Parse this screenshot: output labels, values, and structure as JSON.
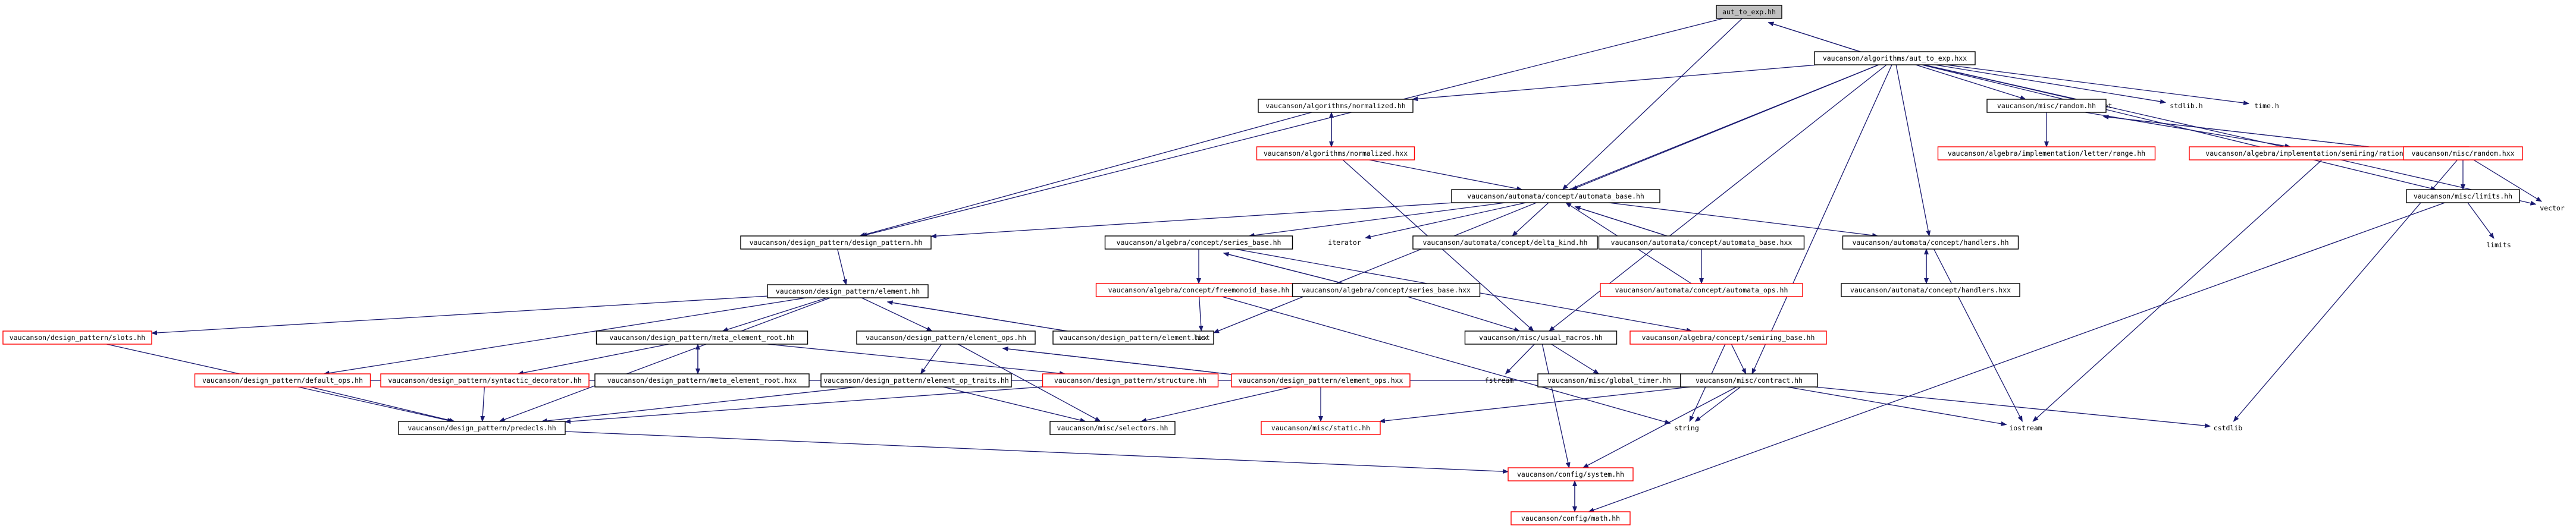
{
  "colors": {
    "edge": "#191970",
    "node_border": "#000000",
    "missing_border": "#ff0000",
    "root_fill": "#bfbfbf",
    "fill": "#ffffff"
  },
  "nodes": [
    {
      "id": "aut_to_exp_hh",
      "label": "aut_to_exp.hh",
      "style": "root"
    },
    {
      "id": "aut_to_exp_hxx",
      "label": "vaucanson/algorithms/aut_to_exp.hxx",
      "style": "black"
    },
    {
      "id": "normalized_hh",
      "label": "vaucanson/algorithms/normalized.hh",
      "style": "black"
    },
    {
      "id": "set",
      "label": "set",
      "style": "plain"
    },
    {
      "id": "stdlib_h",
      "label": "stdlib.h",
      "style": "plain"
    },
    {
      "id": "time_h",
      "label": "time.h",
      "style": "plain"
    },
    {
      "id": "random_hh",
      "label": "vaucanson/misc/random.hh",
      "style": "black"
    },
    {
      "id": "normalized_hxx",
      "label": "vaucanson/algorithms/normalized.hxx",
      "style": "red"
    },
    {
      "id": "letter_range",
      "label": "vaucanson/algebra/implementation/letter/range.hh",
      "style": "red"
    },
    {
      "id": "rational_number",
      "label": "vaucanson/algebra/implementation/semiring/rational_number.hh",
      "style": "red"
    },
    {
      "id": "random_hxx",
      "label": "vaucanson/misc/random.hxx",
      "style": "red"
    },
    {
      "id": "automata_base_hh",
      "label": "vaucanson/automata/concept/automata_base.hh",
      "style": "black"
    },
    {
      "id": "limits_hh",
      "label": "vaucanson/misc/limits.hh",
      "style": "black"
    },
    {
      "id": "vector",
      "label": "vector",
      "style": "plain"
    },
    {
      "id": "limits",
      "label": "limits",
      "style": "plain"
    },
    {
      "id": "design_pattern_hh",
      "label": "vaucanson/design_pattern/design_pattern.hh",
      "style": "black"
    },
    {
      "id": "series_base_hh",
      "label": "vaucanson/algebra/concept/series_base.hh",
      "style": "black"
    },
    {
      "id": "iterator",
      "label": "iterator",
      "style": "plain"
    },
    {
      "id": "delta_kind",
      "label": "vaucanson/automata/concept/delta_kind.hh",
      "style": "black"
    },
    {
      "id": "automata_base_hxx",
      "label": "vaucanson/automata/concept/automata_base.hxx",
      "style": "black"
    },
    {
      "id": "handlers_hh",
      "label": "vaucanson/automata/concept/handlers.hh",
      "style": "black"
    },
    {
      "id": "element_hh",
      "label": "vaucanson/design_pattern/element.hh",
      "style": "black"
    },
    {
      "id": "freemonoid_base",
      "label": "vaucanson/algebra/concept/freemonoid_base.hh",
      "style": "red"
    },
    {
      "id": "series_base_hxx",
      "label": "vaucanson/algebra/concept/series_base.hxx",
      "style": "black"
    },
    {
      "id": "automata_ops",
      "label": "vaucanson/automata/concept/automata_ops.hh",
      "style": "red"
    },
    {
      "id": "handlers_hxx",
      "label": "vaucanson/automata/concept/handlers.hxx",
      "style": "black"
    },
    {
      "id": "slots_hh",
      "label": "vaucanson/design_pattern/slots.hh",
      "style": "red"
    },
    {
      "id": "meta_element_hh",
      "label": "vaucanson/design_pattern/meta_element_root.hh",
      "style": "black"
    },
    {
      "id": "element_ops_hh",
      "label": "vaucanson/design_pattern/element_ops.hh",
      "style": "black"
    },
    {
      "id": "element_hxx",
      "label": "vaucanson/design_pattern/element.hxx",
      "style": "black"
    },
    {
      "id": "list",
      "label": "list",
      "style": "plain"
    },
    {
      "id": "usual_macros",
      "label": "vaucanson/misc/usual_macros.hh",
      "style": "black"
    },
    {
      "id": "semiring_base",
      "label": "vaucanson/algebra/concept/semiring_base.hh",
      "style": "red"
    },
    {
      "id": "default_ops",
      "label": "vaucanson/design_pattern/default_ops.hh",
      "style": "red"
    },
    {
      "id": "syntactic_decorator",
      "label": "vaucanson/design_pattern/syntactic_decorator.hh",
      "style": "red"
    },
    {
      "id": "meta_element_hxx",
      "label": "vaucanson/design_pattern/meta_element_root.hxx",
      "style": "black"
    },
    {
      "id": "element_op_traits",
      "label": "vaucanson/design_pattern/element_op_traits.hh",
      "style": "black"
    },
    {
      "id": "structure_hh",
      "label": "vaucanson/design_pattern/structure.hh",
      "style": "red"
    },
    {
      "id": "element_ops_hxx",
      "label": "vaucanson/design_pattern/element_ops.hxx",
      "style": "red"
    },
    {
      "id": "fstream",
      "label": "fstream",
      "style": "plain"
    },
    {
      "id": "global_timer",
      "label": "vaucanson/misc/global_timer.hh",
      "style": "black"
    },
    {
      "id": "contract_hh",
      "label": "vaucanson/misc/contract.hh",
      "style": "black"
    },
    {
      "id": "predecls",
      "label": "vaucanson/design_pattern/predecls.hh",
      "style": "black"
    },
    {
      "id": "selectors",
      "label": "vaucanson/misc/selectors.hh",
      "style": "black"
    },
    {
      "id": "static_hh",
      "label": "vaucanson/misc/static.hh",
      "style": "red"
    },
    {
      "id": "string",
      "label": "string",
      "style": "plain"
    },
    {
      "id": "iostream",
      "label": "iostream",
      "style": "plain"
    },
    {
      "id": "cstdlib",
      "label": "cstdlib",
      "style": "plain"
    },
    {
      "id": "system_hh",
      "label": "vaucanson/config/system.hh",
      "style": "red"
    },
    {
      "id": "math_hh",
      "label": "vaucanson/config/math.hh",
      "style": "red"
    }
  ],
  "edges": [
    [
      "aut_to_exp_hh",
      "aut_to_exp_hxx"
    ],
    [
      "aut_to_exp_hh",
      "automata_base_hh"
    ],
    [
      "aut_to_exp_hh",
      "design_pattern_hh"
    ],
    [
      "aut_to_exp_hxx",
      "aut_to_exp_hh"
    ],
    [
      "aut_to_exp_hxx",
      "normalized_hh"
    ],
    [
      "aut_to_exp_hxx",
      "set"
    ],
    [
      "aut_to_exp_hxx",
      "stdlib_h"
    ],
    [
      "aut_to_exp_hxx",
      "time_h"
    ],
    [
      "aut_to_exp_hxx",
      "random_hh"
    ],
    [
      "aut_to_exp_hxx",
      "automata_base_hh"
    ],
    [
      "aut_to_exp_hxx",
      "handlers_hh"
    ],
    [
      "aut_to_exp_hxx",
      "list"
    ],
    [
      "aut_to_exp_hxx",
      "usual_macros"
    ],
    [
      "aut_to_exp_hxx",
      "contract_hh"
    ],
    [
      "aut_to_exp_hxx",
      "vector"
    ],
    [
      "aut_to_exp_hxx",
      "limits_hh"
    ],
    [
      "normalized_hh",
      "normalized_hxx"
    ],
    [
      "normalized_hh",
      "design_pattern_hh"
    ],
    [
      "normalized_hxx",
      "normalized_hh"
    ],
    [
      "normalized_hxx",
      "automata_base_hh"
    ],
    [
      "normalized_hxx",
      "usual_macros"
    ],
    [
      "random_hh",
      "letter_range"
    ],
    [
      "random_hh",
      "rational_number"
    ],
    [
      "random_hh",
      "random_hxx"
    ],
    [
      "random_hxx",
      "random_hh"
    ],
    [
      "random_hxx",
      "limits_hh"
    ],
    [
      "random_hxx",
      "vector"
    ],
    [
      "random_hxx",
      "cstdlib"
    ],
    [
      "rational_number",
      "iostream"
    ],
    [
      "limits_hh",
      "limits"
    ],
    [
      "limits_hh",
      "math_hh"
    ],
    [
      "automata_base_hh",
      "design_pattern_hh"
    ],
    [
      "automata_base_hh",
      "series_base_hh"
    ],
    [
      "automata_base_hh",
      "iterator"
    ],
    [
      "automata_base_hh",
      "delta_kind"
    ],
    [
      "automata_base_hh",
      "automata_base_hxx"
    ],
    [
      "automata_base_hh",
      "handlers_hh"
    ],
    [
      "automata_base_hxx",
      "automata_base_hh"
    ],
    [
      "automata_base_hxx",
      "automata_ops"
    ],
    [
      "automata_ops",
      "automata_base_hh"
    ],
    [
      "handlers_hh",
      "handlers_hxx"
    ],
    [
      "handlers_hh",
      "iostream"
    ],
    [
      "handlers_hxx",
      "handlers_hh"
    ],
    [
      "design_pattern_hh",
      "element_hh"
    ],
    [
      "series_base_hh",
      "freemonoid_base"
    ],
    [
      "series_base_hh",
      "series_base_hxx"
    ],
    [
      "series_base_hh",
      "semiring_base"
    ],
    [
      "series_base_hxx",
      "series_base_hh"
    ],
    [
      "series_base_hxx",
      "usual_macros"
    ],
    [
      "freemonoid_base",
      "list"
    ],
    [
      "freemonoid_base",
      "string"
    ],
    [
      "semiring_base",
      "contract_hh"
    ],
    [
      "semiring_base",
      "string"
    ],
    [
      "element_hh",
      "slots_hh"
    ],
    [
      "element_hh",
      "meta_element_hh"
    ],
    [
      "element_hh",
      "element_ops_hh"
    ],
    [
      "element_hh",
      "element_hxx"
    ],
    [
      "element_hh",
      "default_ops"
    ],
    [
      "element_hh",
      "predecls"
    ],
    [
      "element_hxx",
      "element_hh"
    ],
    [
      "slots_hh",
      "predecls"
    ],
    [
      "meta_element_hh",
      "meta_element_hxx"
    ],
    [
      "meta_element_hh",
      "syntactic_decorator"
    ],
    [
      "meta_element_hh",
      "structure_hh"
    ],
    [
      "meta_element_hxx",
      "meta_element_hh"
    ],
    [
      "element_ops_hh",
      "element_op_traits"
    ],
    [
      "element_ops_hh",
      "element_ops_hxx"
    ],
    [
      "element_ops_hh",
      "selectors"
    ],
    [
      "element_ops_hxx",
      "element_ops_hh"
    ],
    [
      "element_ops_hxx",
      "selectors"
    ],
    [
      "element_ops_hxx",
      "static_hh"
    ],
    [
      "element_op_traits",
      "predecls"
    ],
    [
      "element_op_traits",
      "selectors"
    ],
    [
      "default_ops",
      "predecls"
    ],
    [
      "default_ops",
      "contract_hh"
    ],
    [
      "syntactic_decorator",
      "predecls"
    ],
    [
      "structure_hh",
      "predecls"
    ],
    [
      "usual_macros",
      "fstream"
    ],
    [
      "usual_macros",
      "global_timer"
    ],
    [
      "usual_macros",
      "system_hh"
    ],
    [
      "contract_hh",
      "static_hh"
    ],
    [
      "contract_hh",
      "string"
    ],
    [
      "contract_hh",
      "iostream"
    ],
    [
      "contract_hh",
      "cstdlib"
    ],
    [
      "contract_hh",
      "system_hh"
    ],
    [
      "predecls",
      "system_hh"
    ],
    [
      "system_hh",
      "math_hh"
    ],
    [
      "math_hh",
      "system_hh"
    ]
  ]
}
